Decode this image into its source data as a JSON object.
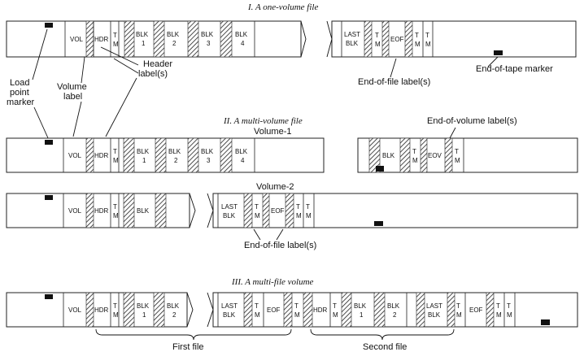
{
  "sections": {
    "one_volume": {
      "title": "I. A one-volume file"
    },
    "multi_volume": {
      "title": "II. A multi-volume file",
      "volume1": "Volume-1",
      "volume2": "Volume-2"
    },
    "multi_file": {
      "title": "III. A multi-file volume",
      "first_file": "First file",
      "second_file": "Second file"
    }
  },
  "labels": {
    "load_point_1": "Load",
    "load_point_2": "point",
    "load_point_3": "marker",
    "volume_label_1": "Volume",
    "volume_label_2": "label",
    "header_label_1": "Header",
    "header_label_2": "label(s)",
    "end_of_file_label": "End-of-file label(s)",
    "end_of_tape_marker": "End-of-tape marker",
    "end_of_volume_label": "End-of-volume label(s)",
    "end_of_file_label_2": "End-of-file label(s)"
  },
  "cells": {
    "vol": "VOL",
    "hdr": "HDR",
    "t": "T",
    "m": "M",
    "blk": "BLK",
    "n1": "1",
    "n2": "2",
    "n3": "3",
    "n4": "4",
    "last": "LAST",
    "eof": "EOF",
    "eov": "EOV"
  }
}
